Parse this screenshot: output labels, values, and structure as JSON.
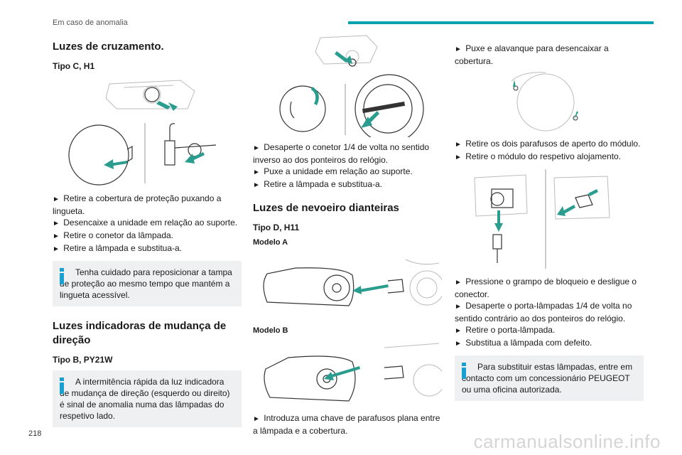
{
  "header": {
    "section": "Em caso de anomalia",
    "page_number": "218",
    "watermark": "carmanualsonline.info"
  },
  "col1": {
    "title": "Luzes de cruzamento.",
    "type": "Tipo C, H1",
    "steps": [
      "Retire a cobertura de proteção puxando a lingueta.",
      "Desencaixe a unidade em relação ao suporte.",
      "Retire o conetor da lâmpada.",
      "Retire a lâmpada e substitua-a."
    ],
    "note": "Tenha cuidado para reposicionar a tampa de proteção ao mesmo tempo que mantém a lingueta acessível.",
    "title2": "Luzes indicadoras de mudança de direção",
    "type2": "Tipo B, PY21W",
    "note2": "A intermitência rápida da luz indicadora de mudança de direção (esquerdo ou direito) é sinal de anomalia numa das lâmpadas do respetivo lado."
  },
  "col2": {
    "steps": [
      "Desaperte o conetor 1/4 de volta no sentido inverso ao dos ponteiros do relógio.",
      "Puxe a unidade em relação ao suporte.",
      "Retire a lâmpada e substitua-a."
    ],
    "title": "Luzes de nevoeiro dianteiras",
    "type": "Tipo D, H11",
    "model_a": "Modelo A",
    "model_b": "Modelo B",
    "step_b": "Introduza uma chave de parafusos plana entre a lâmpada e a cobertura."
  },
  "col3": {
    "step1": "Puxe e alavanque para desencaixar a cobertura.",
    "steps2": [
      "Retire os dois parafusos de aperto do módulo.",
      "Retire o módulo do respetivo alojamento."
    ],
    "steps3": [
      "Pressione o grampo de bloqueio e desligue o conector.",
      "Desaperte o porta-lâmpadas 1/4 de volta no sentido contrário ao dos ponteiros do relógio.",
      "Retire o porta-lâmpada.",
      "Substitua a lâmpada com defeito."
    ],
    "note": "Para substituir estas lâmpadas, entre em contacto com um concessionário PEUGEOT ou uma oficina autorizada."
  },
  "colors": {
    "accent": "#00a3ad",
    "info_icon": "#1aa0d0",
    "note_bg": "#eef0f2",
    "arrow_teal": "#2a9d8f"
  },
  "bullet": "►"
}
